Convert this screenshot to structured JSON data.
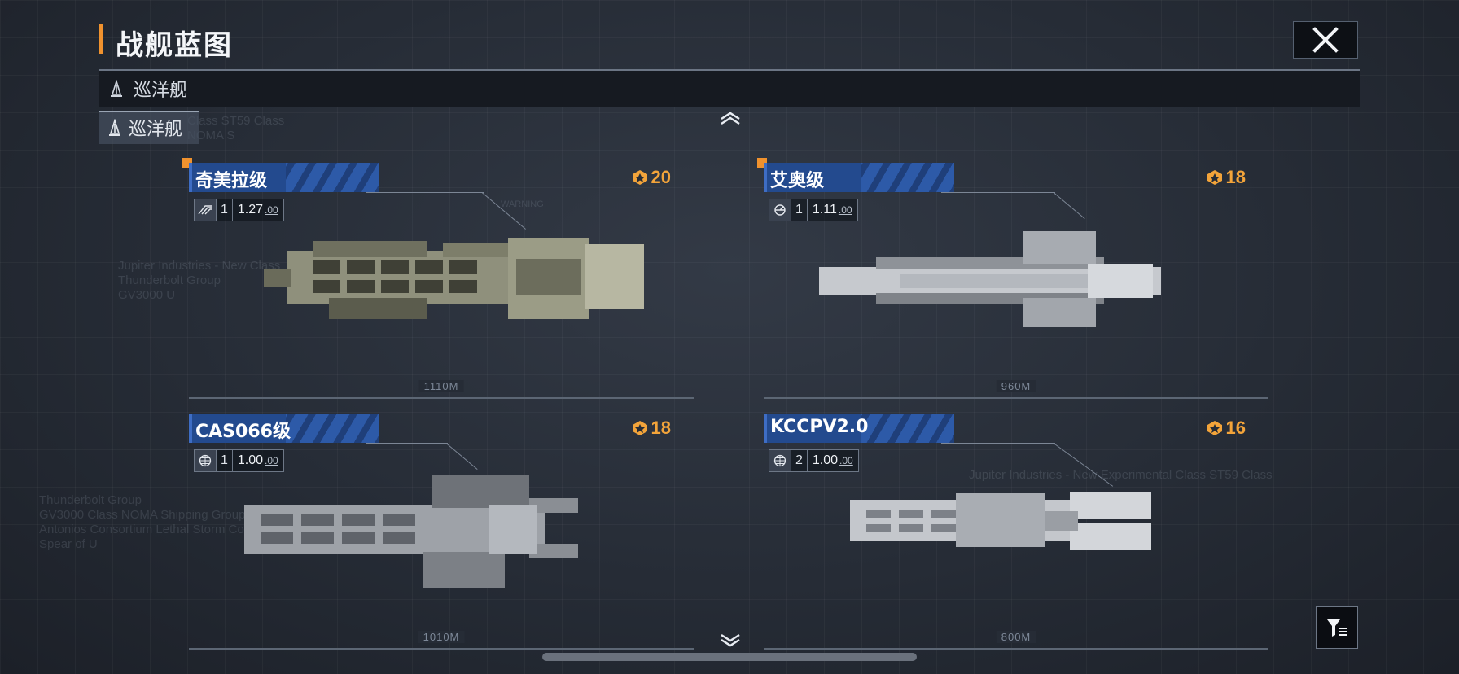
{
  "header": {
    "title": "战舰蓝图"
  },
  "category_dropdown": {
    "selected": "巡洋舰"
  },
  "active_filter": {
    "label": "巡洋舰"
  },
  "ships": [
    {
      "name": "奇美拉级",
      "cost": "20",
      "level": "1",
      "stat_main": "1.27",
      "stat_dec": ".00",
      "length": "1110M",
      "new_marker": true
    },
    {
      "name": "艾奥级",
      "cost": "18",
      "level": "1",
      "stat_main": "1.11",
      "stat_dec": ".00",
      "length": "960M",
      "new_marker": true
    },
    {
      "name": "CAS066级",
      "cost": "18",
      "level": "1",
      "stat_main": "1.00",
      "stat_dec": ".00",
      "length": "1010M",
      "new_marker": false
    },
    {
      "name": "KCCPV2.0",
      "cost": "16",
      "level": "2",
      "stat_main": "1.00",
      "stat_dec": ".00",
      "length": "800M",
      "new_marker": false
    }
  ],
  "background_text": {
    "left_block": "Thunderbolt Group\nGV3000 Class NOMA Shipping Group\nAntonios Consortium Lethal Storm Corps\nSpear of U",
    "mid_block": "Jupiter Industries - New Class\nThunderbolt Group\nGV3000 U",
    "right_block": "Jupiter Industries - New Experimental Class ST59 Class",
    "top_block": "Class ST59 Class\nNOMA S",
    "warning": "WARNING"
  },
  "icons": {
    "close": "close-icon",
    "up": "chevron-up-icon",
    "down": "chevron-down-icon",
    "filter": "filter-icon",
    "cost": "blueprint-coin-icon"
  },
  "colors": {
    "accent_orange": "#f0922e",
    "cost_gold": "#f3a43a",
    "name_blue": "#2d5aa8"
  }
}
